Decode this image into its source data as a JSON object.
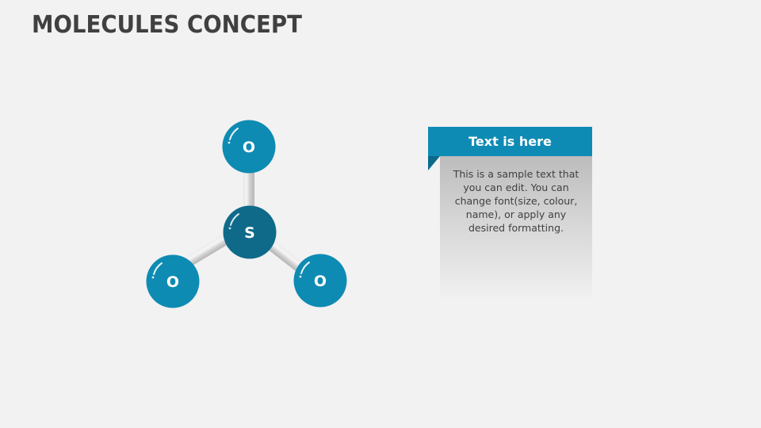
{
  "slide": {
    "title": "MOLECULES CONCEPT"
  },
  "molecule": {
    "center_atom": {
      "symbol": "S",
      "color": "#0f6a8a"
    },
    "outer_atoms": [
      {
        "symbol": "O",
        "position": "top",
        "color": "#0e8bb3"
      },
      {
        "symbol": "O",
        "position": "bottom-left",
        "color": "#0e8bb3"
      },
      {
        "symbol": "O",
        "position": "bottom-right",
        "color": "#0e8bb3"
      }
    ],
    "bond_color": "#cfcfcf"
  },
  "callout": {
    "heading": "Text is here",
    "body": "This is a sample text that you can edit. You can change font(size, colour, name), or apply any desired formatting.",
    "header_color": "#0e8bb5",
    "fold_color": "#0b6a8a"
  }
}
